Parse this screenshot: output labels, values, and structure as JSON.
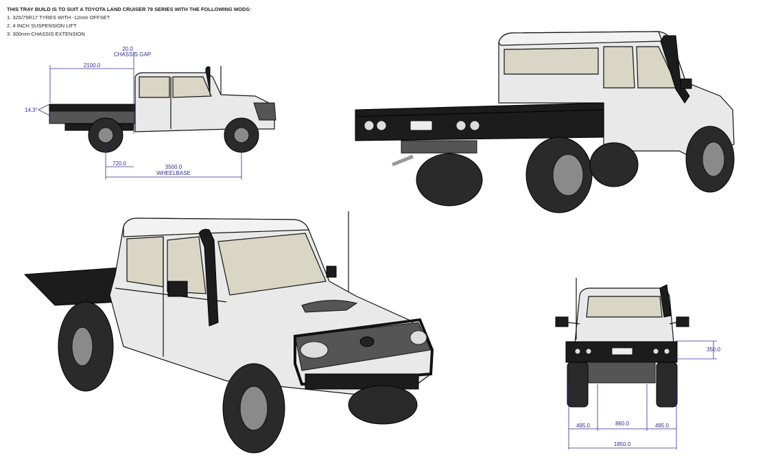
{
  "notes": {
    "title": "THIS TRAY BUILD IS TO SUIT A TOYOTA LAND CRUISER 79 SERIES WITH THE FOLLOWING MODS:",
    "items": [
      "1. 325/75R17 TYRES WITH -12mm OFFSET",
      "2. 4 INCH SUSPENSION LIFT",
      "3. 300mm CHASSIS EXTENSION"
    ]
  },
  "side_view": {
    "chassis_gap_value": "20.0",
    "chassis_gap_label": "CHASSIS GAP",
    "tray_length": "2100.0",
    "angle": "14.3°",
    "overhang": "720.0",
    "wheelbase_value": "3500.0",
    "wheelbase_label": "WHEELBASE"
  },
  "rear_view": {
    "tray_height": "350.0",
    "left_offset": "495.0",
    "centre_gap": "860.0",
    "right_offset": "495.0",
    "overall_width": "1850.0"
  },
  "colors": {
    "dimension": "#2b2b8f",
    "tray": "#1c1c1c",
    "body": "#e9e9e9",
    "glass": "#d9d6c6"
  }
}
